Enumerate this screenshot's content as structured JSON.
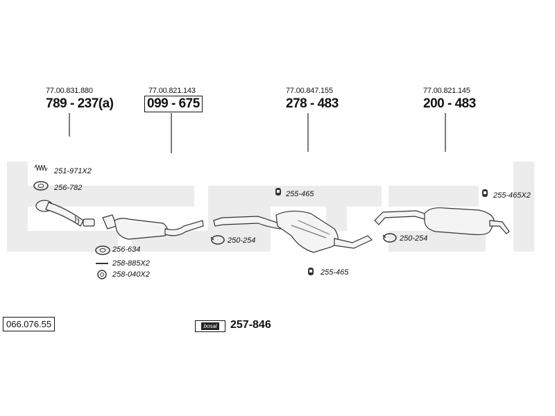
{
  "columns": [
    {
      "oem": "77.00.831.880",
      "part": "789 - 237(a)",
      "boxed": false
    },
    {
      "oem": "77.00.821.143",
      "part": "099 - 675",
      "boxed": true
    },
    {
      "oem": "77.00.847.155",
      "part": "278 - 483",
      "boxed": false
    },
    {
      "oem": "77.00.821.145",
      "part": "200 - 483",
      "boxed": false
    }
  ],
  "labels": {
    "spring": "251-971X2",
    "gasket_top": "256-782",
    "gasket_cat": "256-634",
    "bolt": "258-885X2",
    "nut": "258-040X2",
    "clamp_1": "250-254",
    "hanger_top": "255-465",
    "hanger_bottom": "255-465",
    "clamp_2": "250-254",
    "hanger_rear": "255-465X2"
  },
  "catalog_ref": "066.076.55",
  "kit": {
    "logo": "bosal",
    "number": "257-846"
  }
}
